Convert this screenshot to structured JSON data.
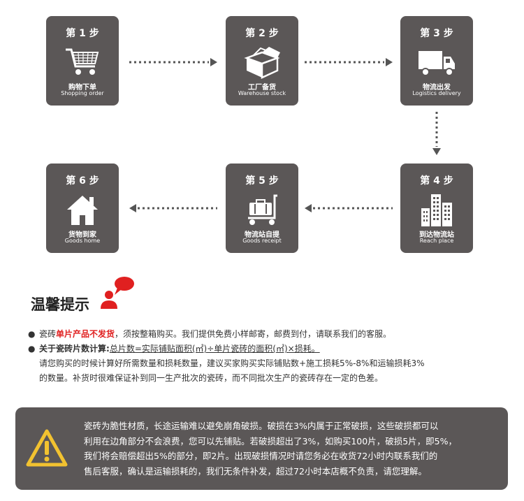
{
  "steps": [
    {
      "title": "第 1 步",
      "cn": "购物下单",
      "en": "Shopping order",
      "icon": "shopping-cart-icon"
    },
    {
      "title": "第 2 步",
      "cn": "工厂备货",
      "en": "Warehouse stock",
      "icon": "box-icon"
    },
    {
      "title": "第 3 步",
      "cn": "物流出发",
      "en": "Logistics delivery",
      "icon": "truck-icon"
    },
    {
      "title": "第 4 步",
      "cn": "到达物流站",
      "en": "Reach place",
      "icon": "buildings-icon"
    },
    {
      "title": "第 5 步",
      "cn": "物流站自提",
      "en": "Goods receipt",
      "icon": "luggage-cart-icon"
    },
    {
      "title": "第 6 步",
      "cn": "货物到家",
      "en": "Goods home",
      "icon": "house-icon"
    }
  ],
  "tips": {
    "title": "温馨提示",
    "line1_prefix": "瓷砖",
    "line1_red": "单片产品不发货",
    "line1_rest": "，须按整箱购买。我们提供免费小样邮寄，邮费到付，请联系我们的客服。",
    "line2_bold": "关于瓷砖片数计算:",
    "line2_formula": "总片数=实际铺贴面积(㎡)÷单片瓷砖的面积(㎡)×损耗。",
    "line3": "请您购买的时候计算好所需数量和损耗数量，建议买家购买实际铺贴数+施工损耗5%-8%和运输损耗3%",
    "line4": "的数量。补货时很难保证补到同一生产批次的瓷砖，而不同批次生产的瓷砖存在一定的色差。"
  },
  "warning": {
    "line1": "瓷砖为脆性材质，长途运输难以避免崩角破损。破损在3%内属于正常破损，这些破损都可以",
    "line2": "利用在边角部分不会浪费，您可以先铺贴。若破损超出了3%，如购买100片，破损5片，即5%，",
    "line3": "我们将会赔偿超出5%的部分，即2片。出现破损情况时请您务必在收货72小时内联系我们的",
    "line4": "售后客服，确认是运输损耗的，我们无条件补发，超过72小时本店概不负责，请您理解。",
    "icon": "warning-triangle-icon"
  },
  "colors": {
    "panel": "#5b5757",
    "accent_red": "#e02020",
    "warning_yellow": "#f2c230"
  }
}
